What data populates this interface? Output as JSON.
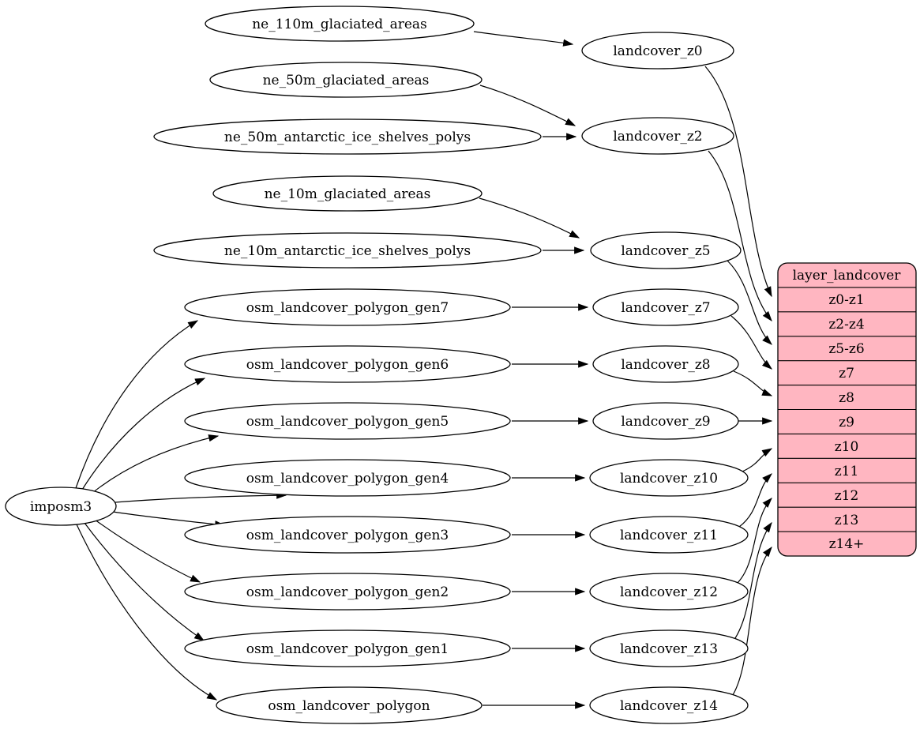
{
  "diagram_type": "graphviz-dependency-graph",
  "colors": {
    "background": "#ffffff",
    "node_fill": "#ffffff",
    "table_fill": "#ffb6c1",
    "stroke": "#000000",
    "text": "#000000"
  },
  "nodes": {
    "root": "imposm3",
    "sources": [
      "ne_110m_glaciated_areas",
      "ne_50m_glaciated_areas",
      "ne_50m_antarctic_ice_shelves_polys",
      "ne_10m_glaciated_areas",
      "ne_10m_antarctic_ice_shelves_polys",
      "osm_landcover_polygon_gen7",
      "osm_landcover_polygon_gen6",
      "osm_landcover_polygon_gen5",
      "osm_landcover_polygon_gen4",
      "osm_landcover_polygon_gen3",
      "osm_landcover_polygon_gen2",
      "osm_landcover_polygon_gen1",
      "osm_landcover_polygon"
    ],
    "generalized": [
      "landcover_z0",
      "landcover_z2",
      "landcover_z5",
      "landcover_z7",
      "landcover_z8",
      "landcover_z9",
      "landcover_z10",
      "landcover_z11",
      "landcover_z12",
      "landcover_z13",
      "landcover_z14"
    ]
  },
  "table": {
    "title": "layer_landcover",
    "rows": [
      "z0-z1",
      "z2-z4",
      "z5-z6",
      "z7",
      "z8",
      "z9",
      "z10",
      "z11",
      "z12",
      "z13",
      "z14+"
    ]
  },
  "edges": [
    {
      "from": "imposm3",
      "to": "osm_landcover_polygon_gen7"
    },
    {
      "from": "imposm3",
      "to": "osm_landcover_polygon_gen6"
    },
    {
      "from": "imposm3",
      "to": "osm_landcover_polygon_gen5"
    },
    {
      "from": "imposm3",
      "to": "osm_landcover_polygon_gen4"
    },
    {
      "from": "imposm3",
      "to": "osm_landcover_polygon_gen3"
    },
    {
      "from": "imposm3",
      "to": "osm_landcover_polygon_gen2"
    },
    {
      "from": "imposm3",
      "to": "osm_landcover_polygon_gen1"
    },
    {
      "from": "imposm3",
      "to": "osm_landcover_polygon"
    },
    {
      "from": "ne_110m_glaciated_areas",
      "to": "landcover_z0"
    },
    {
      "from": "ne_50m_glaciated_areas",
      "to": "landcover_z2"
    },
    {
      "from": "ne_50m_antarctic_ice_shelves_polys",
      "to": "landcover_z2"
    },
    {
      "from": "ne_10m_glaciated_areas",
      "to": "landcover_z5"
    },
    {
      "from": "ne_10m_antarctic_ice_shelves_polys",
      "to": "landcover_z5"
    },
    {
      "from": "osm_landcover_polygon_gen7",
      "to": "landcover_z7"
    },
    {
      "from": "osm_landcover_polygon_gen6",
      "to": "landcover_z8"
    },
    {
      "from": "osm_landcover_polygon_gen5",
      "to": "landcover_z9"
    },
    {
      "from": "osm_landcover_polygon_gen4",
      "to": "landcover_z10"
    },
    {
      "from": "osm_landcover_polygon_gen3",
      "to": "landcover_z11"
    },
    {
      "from": "osm_landcover_polygon_gen2",
      "to": "landcover_z12"
    },
    {
      "from": "osm_landcover_polygon_gen1",
      "to": "landcover_z13"
    },
    {
      "from": "osm_landcover_polygon",
      "to": "landcover_z14"
    },
    {
      "from": "landcover_z0",
      "to": "layer_landcover:z0-z1"
    },
    {
      "from": "landcover_z2",
      "to": "layer_landcover:z2-z4"
    },
    {
      "from": "landcover_z5",
      "to": "layer_landcover:z5-z6"
    },
    {
      "from": "landcover_z7",
      "to": "layer_landcover:z7"
    },
    {
      "from": "landcover_z8",
      "to": "layer_landcover:z8"
    },
    {
      "from": "landcover_z9",
      "to": "layer_landcover:z9"
    },
    {
      "from": "landcover_z10",
      "to": "layer_landcover:z10"
    },
    {
      "from": "landcover_z11",
      "to": "layer_landcover:z11"
    },
    {
      "from": "landcover_z12",
      "to": "layer_landcover:z12"
    },
    {
      "from": "landcover_z13",
      "to": "layer_landcover:z13"
    },
    {
      "from": "landcover_z14",
      "to": "layer_landcover:z14+"
    }
  ]
}
